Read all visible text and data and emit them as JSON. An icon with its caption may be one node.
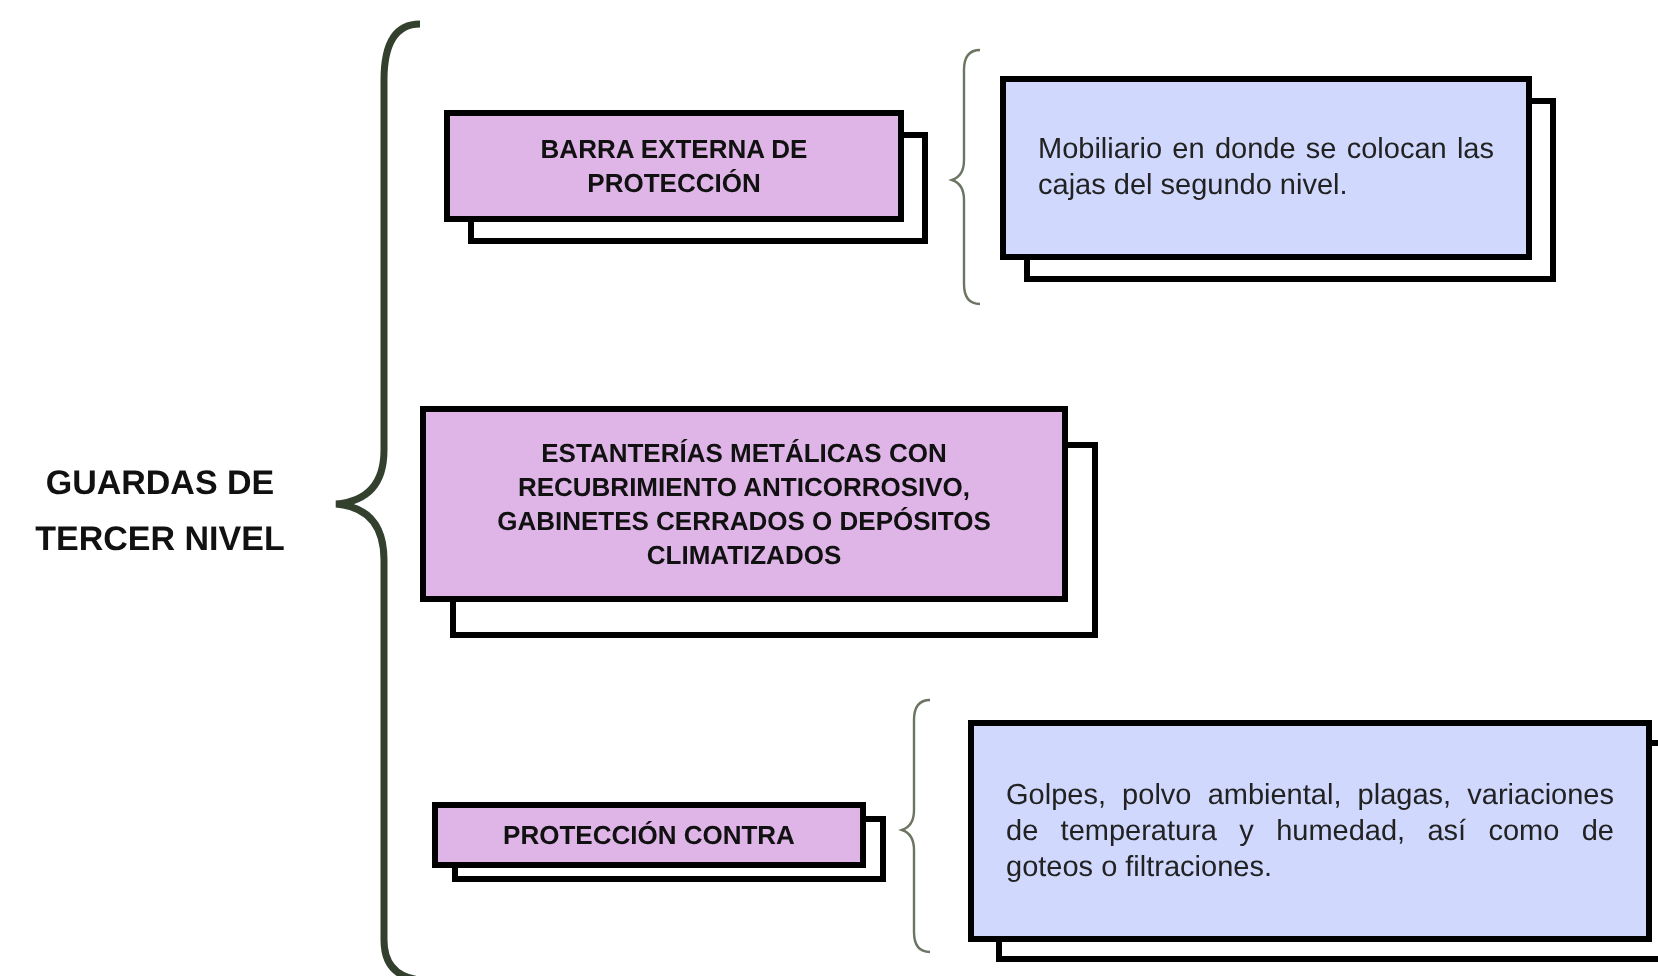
{
  "diagram": {
    "nodes": [
      {
        "text": [
          "GUARDAS DE TERCER NIVEL"
        ]
      },
      {
        "text": [
          "BARRA EXTERNA DE PROTECCIÓN"
        ]
      },
      {
        "text": [
          "Mobiliario en donde se colocan las cajas del segundo nivel."
        ]
      },
      {
        "text": [
          "ESTANTERÍAS METÁLICAS CON RECUBRIMIENTO ANTICORROSIVO, GABINETES CERRADOS O DEPÓSITOS CLIMATIZADOS"
        ]
      },
      {
        "text": [
          "PROTECCIÓN CONTRA"
        ]
      },
      {
        "text": [
          "Golpes, polvo ambiental, plagas, variaciones de temperatura y humedad, así como de goteos o filtraciones."
        ]
      }
    ]
  }
}
